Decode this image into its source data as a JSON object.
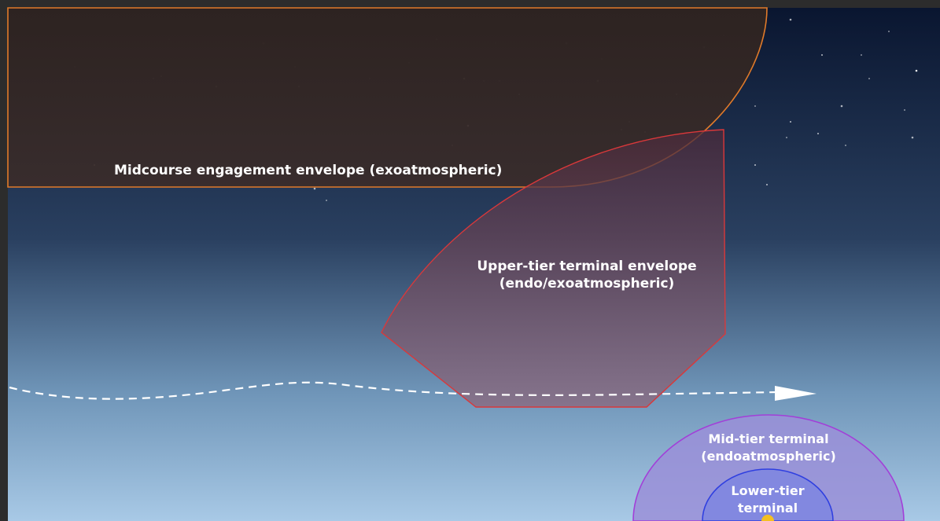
{
  "labels": {
    "midcourse": "Midcourse engagement envelope (exoatmospheric)",
    "upper_line1": "Upper-tier terminal envelope",
    "upper_line2": "(endo/exoatmospheric)",
    "mid_line1": "Mid-tier terminal",
    "mid_line2": "(endoatmospheric)",
    "lower_line1": "Lower-tier",
    "lower_line2": "terminal"
  },
  "colors": {
    "sky_top": "#0a1630",
    "sky_bottom": "#a8c9e6",
    "midcourse_outline": "#e07a2a",
    "upper_outline": "#d9383a",
    "mid_outline": "#a23fd8",
    "lower_outline": "#2f3fe0",
    "defended_asset": "#f4c020",
    "trajectory": "#ffffff"
  },
  "icons": {
    "trajectory_arrowhead": "arrowhead-icon",
    "defended_asset": "defended-site-icon"
  }
}
